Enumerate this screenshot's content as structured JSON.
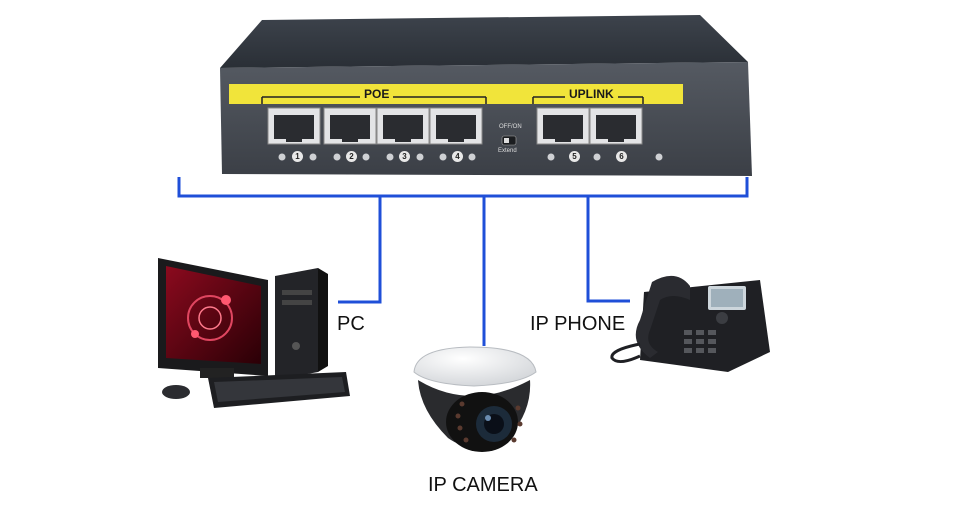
{
  "switch": {
    "poe_label": "POE",
    "uplink_label": "UPLINK",
    "toggle_label": "OFF/ON",
    "extend_label": "Extend",
    "ports": [
      "1",
      "2",
      "3",
      "4",
      "5",
      "6"
    ]
  },
  "devices": {
    "pc": "PC",
    "ip_camera": "IP CAMERA",
    "ip_phone": "IP PHONE"
  },
  "colors": {
    "panel_yellow": "#f1e43a",
    "link_blue": "#1f4fd8",
    "switch_body": "#2e333b",
    "switch_front": "#4a4f57"
  }
}
